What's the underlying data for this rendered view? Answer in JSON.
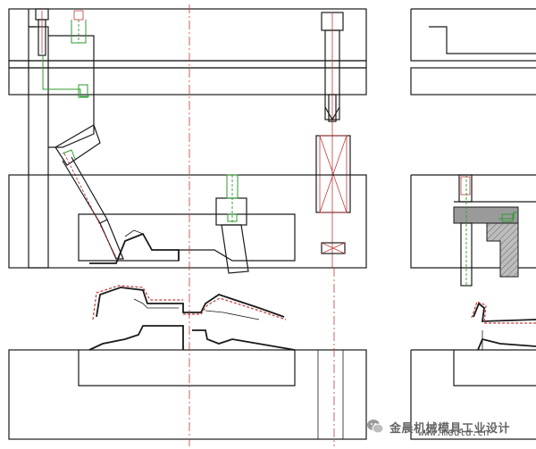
{
  "diagram": {
    "type": "mold-section-drawing",
    "colors": {
      "outline": "#1a1a1a",
      "centerline": "#c23a3a",
      "aux": "#2e9a2e",
      "hatch": "#9a9a9a"
    }
  },
  "watermark": {
    "icon": "wechat-logo-icon",
    "text": "金晨机械模具工业设计",
    "url": "www.mould.cn"
  }
}
